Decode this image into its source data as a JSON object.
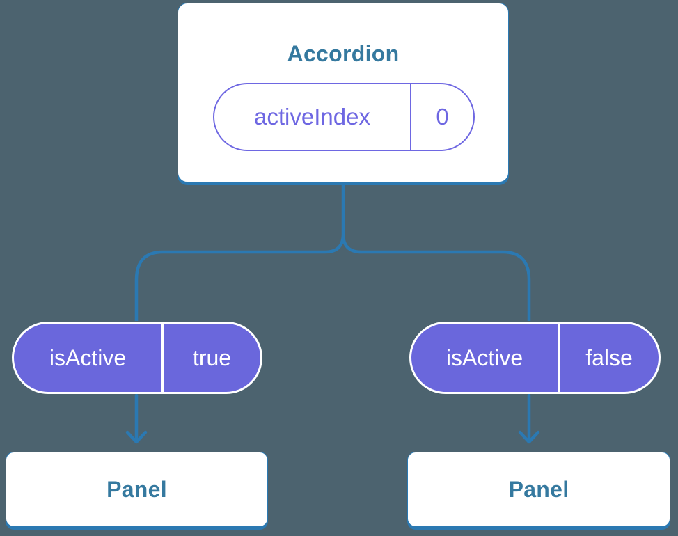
{
  "colors": {
    "background": "#4C636F",
    "connector_blue": "#2B79B2",
    "component_text_blue": "#35799F",
    "prop_pill_purple": "#6A67DC",
    "state_pill_purple": "#6E67E2",
    "card_white": "#FFFFFF"
  },
  "root": {
    "title": "Accordion",
    "state_name": "activeIndex",
    "state_value": "0"
  },
  "children": [
    {
      "prop_name": "isActive",
      "prop_value": "true",
      "panel_label": "Panel"
    },
    {
      "prop_name": "isActive",
      "prop_value": "false",
      "panel_label": "Panel"
    }
  ]
}
